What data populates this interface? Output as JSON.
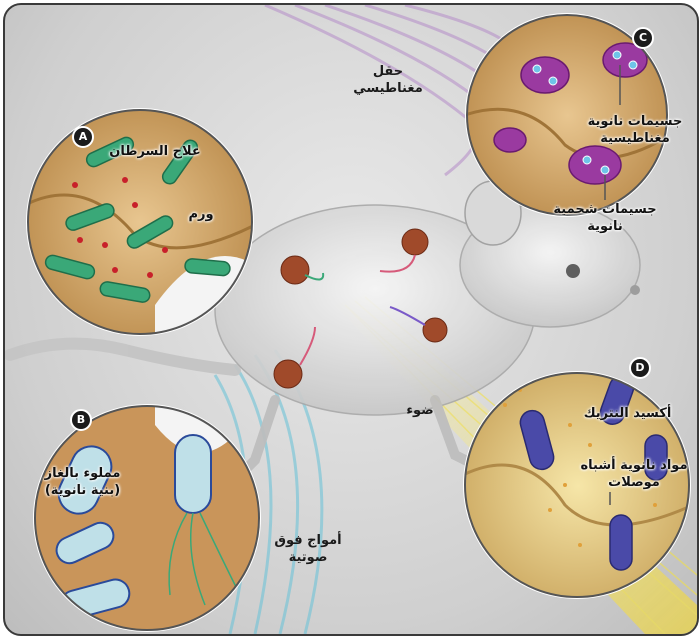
{
  "panels": {
    "a": {
      "badge": "A",
      "therapy_label": "علاج السرطان",
      "tumor_label": "ورم"
    },
    "b": {
      "badge": "B",
      "gas_label_line1": "مملوء بالغاز",
      "gas_label_line2": "(بنية نانوية)"
    },
    "c": {
      "badge": "C",
      "magnetic_nano_line1": "جسيمات نانوية",
      "magnetic_nano_line2": "مغناطيسية",
      "liposome_line1": "جسيمات شحمية",
      "liposome_line2": "نانوية"
    },
    "d": {
      "badge": "D",
      "nitric_oxide_label": "أكسيد النتريك",
      "semiconductor_line1": "مواد نانوية أشباه",
      "semiconductor_line2": "موصلات"
    }
  },
  "fields": {
    "magnetic_line1": "حقل",
    "magnetic_line2": "مغناطيسي",
    "light": "ضوء",
    "ultrasound_line1": "أمواج فوق",
    "ultrasound_line2": "صوتية"
  },
  "colors": {
    "bacteria": "#3aa878",
    "tissue": "#d9a860",
    "magnetic_waves": "#b58cc8",
    "light_beam": "#f2e04a",
    "ultrasound": "#6fc4d8",
    "tumor": "#a04a2a"
  }
}
